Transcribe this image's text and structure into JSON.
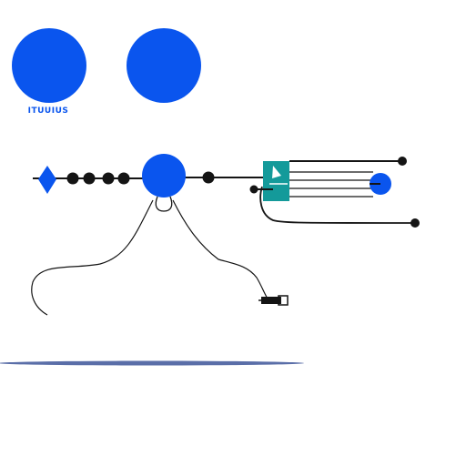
{
  "header": {
    "label": "ITUUIUS"
  },
  "colors": {
    "background": "#ffffff",
    "primary_blue": "#0a55ee",
    "teal_box": "#149a9a",
    "ink": "#141414",
    "divider": "#5a6ea8"
  },
  "icons": {
    "big_circle_left": "circle",
    "big_circle_right": "circle",
    "diamond": "diamond",
    "hub": "circle",
    "teal_box": "square",
    "plug": "connector"
  }
}
